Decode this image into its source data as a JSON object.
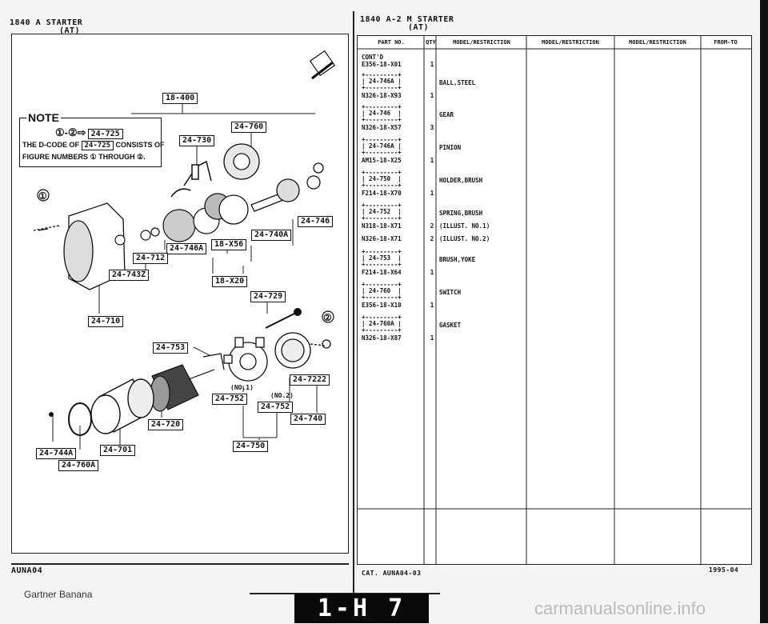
{
  "left_header": {
    "line1": "1840 A  STARTER",
    "line2": "(AT)"
  },
  "right_header": {
    "line1": "1840 A-2 M  STARTER",
    "line2": "(AT)"
  },
  "note": {
    "title": "NOTE",
    "formula_a": "①",
    "formula_b": "②",
    "formula_code": "24-725",
    "text1": "THE D-CODE OF",
    "text_code": "24-725",
    "text2": "CONSISTS OF",
    "text3": "FIGURE NUMBERS ① THROUGH ②."
  },
  "diagram_labels": {
    "l18400": "18-400",
    "l24760": "24-760",
    "l24730": "24-730",
    "l24746": "24-746",
    "l24740A": "24-740A",
    "l18X56": "18-X56",
    "l24746A": "24-746A",
    "l24712": "24-712",
    "l24743Z": "24-743Z",
    "l18X20": "18-X20",
    "l24729": "24-729",
    "l24710": "24-710",
    "l24753": "24-753",
    "l24722Z": "24-7222",
    "l24752a": "24-752",
    "l24752b": "24-752",
    "l24740": "24-740",
    "l24720": "24-720",
    "l24750": "24-750",
    "l24744A": "24-744A",
    "l24701": "24-701",
    "l24760A": "24-760A",
    "no1": "(NO.1)",
    "no2": "(NO.2)",
    "circ1": "①",
    "circ2": "②"
  },
  "table": {
    "headers": [
      "PART NO.",
      "QTY",
      "MODEL/RESTRICTION",
      "MODEL/RESTRICTION",
      "MODEL/RESTRICTION",
      "FROM-TO"
    ],
    "rows": [
      {
        "a": "CONT'D",
        "b": "E356-18-X01",
        "qty": "1",
        "desc": ""
      },
      {
        "a": "+---------+\n| 24-746A |\n+---------+",
        "b": "N326-18-X93",
        "qty": "1",
        "desc": "BALL,STEEL"
      },
      {
        "a": "+---------+\n| 24-746  |\n+---------+",
        "b": "N326-18-X57",
        "qty": "3",
        "desc": "GEAR"
      },
      {
        "a": "+---------+\n| 24-746A |\n+---------+",
        "b": "AM15-18-X25",
        "qty": "1",
        "desc": "PINION"
      },
      {
        "a": "+---------+\n| 24-750  |\n+---------+",
        "b": "F214-18-X70",
        "qty": "1",
        "desc": "HOLDER,BRUSH"
      },
      {
        "a": "+---------+\n| 24-752  |\n+---------+",
        "b": "N318-18-X71",
        "qty": "2",
        "desc": "SPRING,BRUSH",
        "b2": "N326-18-X71",
        "qty2": "2",
        "desc_a": "(ILLUST. NO.1)",
        "desc_b": "(ILLUST. NO.2)"
      },
      {
        "a": "+---------+\n| 24-753  |\n+---------+",
        "b": "F214-18-X64",
        "qty": "1",
        "desc": "BRUSH,YOKE"
      },
      {
        "a": "+---------+\n| 24-760  |\n+---------+",
        "b": "E356-18-X10",
        "qty": "1",
        "desc": "SWITCH"
      },
      {
        "a": "+---------+\n| 24-760A |\n+---------+",
        "b": "N326-18-X87",
        "qty": "1",
        "desc": "GASKET"
      }
    ]
  },
  "footer": {
    "left_code": "AUNA04",
    "cat": "CAT. AUNA04-03",
    "date": "1995-04",
    "page": "1-H 7",
    "publisher": "Gartner Banana",
    "watermark": "carmanualsonline.info"
  }
}
